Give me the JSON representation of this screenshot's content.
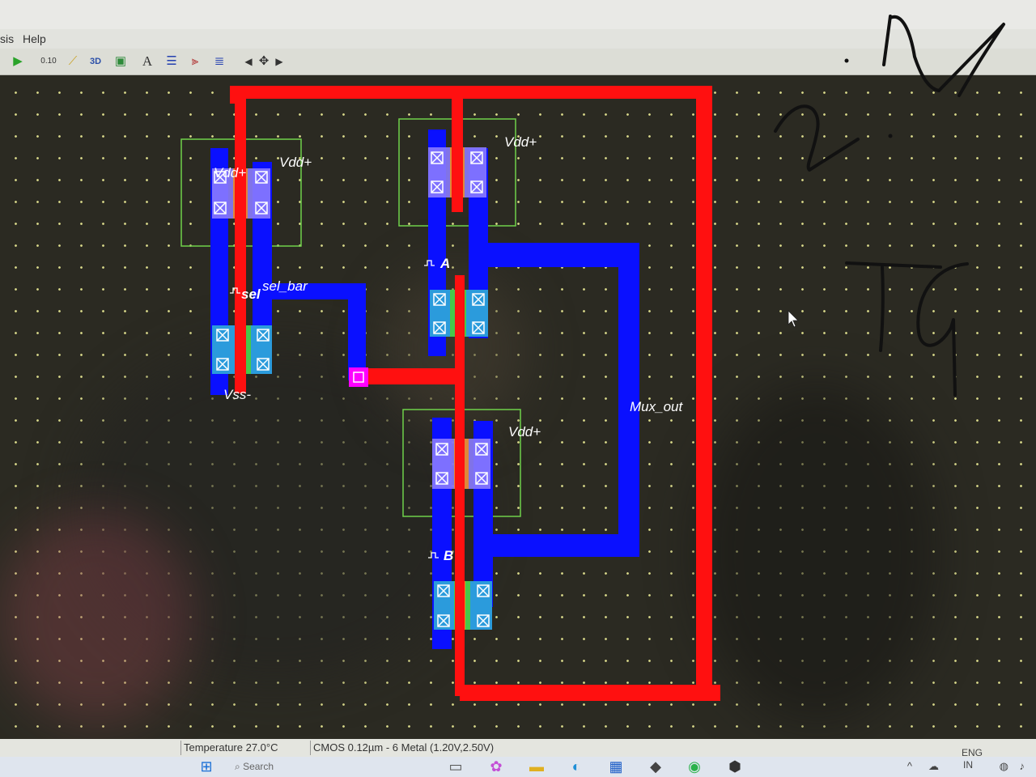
{
  "menu": {
    "items": [
      "sis",
      "Help"
    ]
  },
  "toolbar": {
    "icons": [
      "run-icon",
      "measure-icon",
      "probe-icon",
      "view-3d-icon",
      "layers-icon",
      "text-icon",
      "align-icon",
      "graph-icon",
      "list-icon",
      "arrow-left-icon",
      "move-icon",
      "arrow-right-icon"
    ],
    "labels": {
      "measure": "0.10",
      "view3d": "3D",
      "text": "A"
    }
  },
  "layout": {
    "labels": {
      "vdd1": "Vdd+",
      "vdd2": "Vdd+",
      "vdd3": "Vdd+",
      "vdd4": "Vdd+",
      "sel": "sel",
      "sel_bar": "sel_bar",
      "a": "A",
      "b": "B",
      "vss": "Vss-",
      "mux_out": "Mux_out"
    },
    "colors": {
      "polysilicon": "#ff1010",
      "metal1": "#0a10ff",
      "nwell": "#6fd14a",
      "diffusion": "#2b9bdc",
      "contact": "#ff00ff"
    }
  },
  "annotation": {
    "text_top": "2:1",
    "text_bottom": "TG"
  },
  "status": {
    "temperature": "Temperature 27.0°C",
    "technology": "CMOS 0.12µm - 6 Metal (1.20V,2.50V)"
  },
  "taskbar": {
    "search_placeholder": "Search",
    "tray": {
      "lang": "ENG",
      "region": "IN"
    }
  }
}
